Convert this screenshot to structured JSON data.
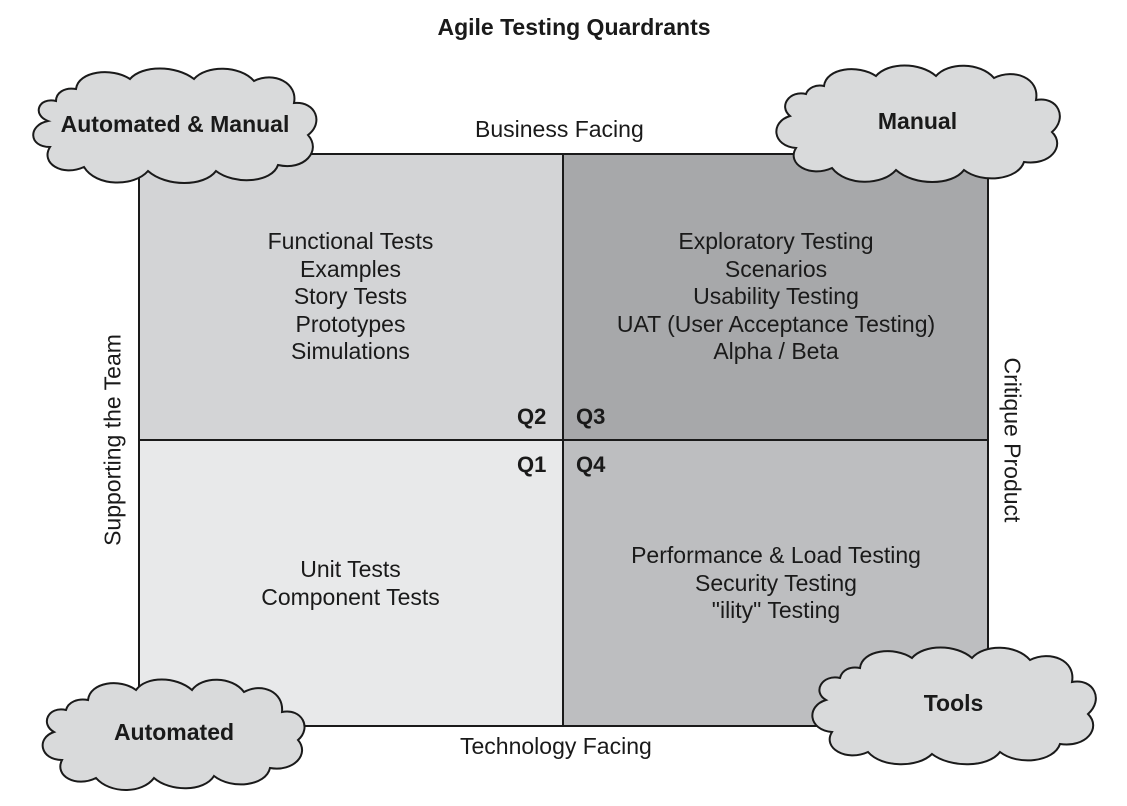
{
  "title": "Agile Testing Quardrants",
  "axes": {
    "top": "Business Facing",
    "bottom": "Technology Facing",
    "left": "Supporting the Team",
    "right": "Critique Product"
  },
  "quadrants": {
    "q2": {
      "label": "Q2",
      "items": [
        "Functional Tests",
        "Examples",
        "Story Tests",
        "Prototypes",
        "Simulations"
      ]
    },
    "q3": {
      "label": "Q3",
      "items": [
        "Exploratory Testing",
        "Scenarios",
        "Usability Testing",
        "UAT (User Acceptance Testing)",
        "Alpha / Beta"
      ]
    },
    "q1": {
      "label": "Q1",
      "items": [
        "Unit Tests",
        "Component Tests"
      ]
    },
    "q4": {
      "label": "Q4",
      "items": [
        "Performance & Load Testing",
        "Security Testing",
        "\"ility\" Testing"
      ]
    }
  },
  "clouds": {
    "top_left": "Automated & Manual",
    "top_right": "Manual",
    "bottom_left": "Automated",
    "bottom_right": "Tools"
  },
  "colors": {
    "q1_fill": "#e8e9ea",
    "q2_fill": "#d3d4d6",
    "q3_fill": "#a7a8aa",
    "q4_fill": "#bdbec0",
    "cloud_fill": "#d9dadb",
    "line": "#1a1a1a"
  }
}
